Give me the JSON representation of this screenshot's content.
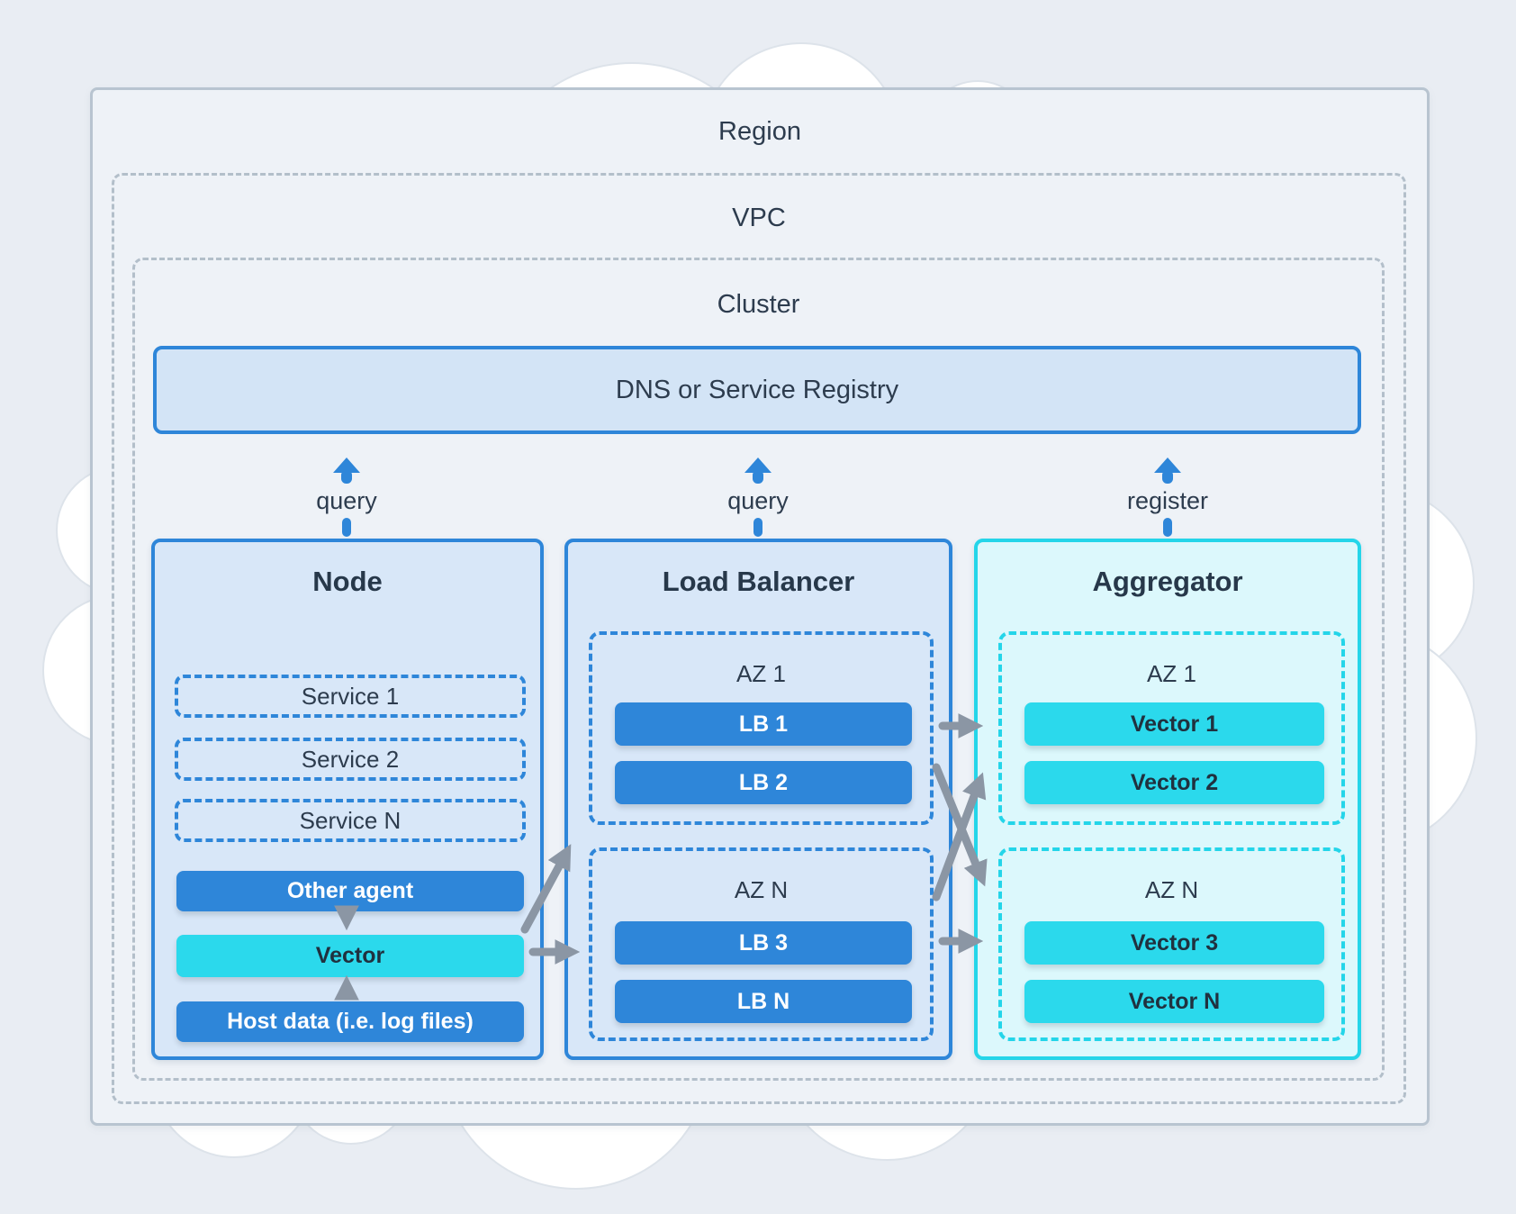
{
  "frames": {
    "region_label": "Region",
    "vpc_label": "VPC",
    "cluster_label": "Cluster"
  },
  "dns_bar": {
    "label": "DNS or Service Registry"
  },
  "links_to_dns": [
    {
      "from": "node",
      "label": "query"
    },
    {
      "from": "load-balancer",
      "label": "query"
    },
    {
      "from": "aggregator",
      "label": "register"
    }
  ],
  "node": {
    "title": "Node",
    "services": [
      {
        "label": "Service 1"
      },
      {
        "label": "Service 2"
      },
      {
        "label": "Service N"
      }
    ],
    "other_agent": {
      "label": "Other agent"
    },
    "vector": {
      "label": "Vector"
    },
    "host_data": {
      "label": "Host data (i.e. log files)"
    }
  },
  "load_balancer": {
    "title": "Load Balancer",
    "zones": [
      {
        "label": "AZ 1",
        "items": [
          {
            "label": "LB 1"
          },
          {
            "label": "LB 2"
          }
        ]
      },
      {
        "label": "AZ N",
        "items": [
          {
            "label": "LB 3"
          },
          {
            "label": "LB N"
          }
        ]
      }
    ]
  },
  "aggregator": {
    "title": "Aggregator",
    "zones": [
      {
        "label": "AZ 1",
        "items": [
          {
            "label": "Vector 1"
          },
          {
            "label": "Vector 2"
          }
        ]
      },
      {
        "label": "AZ N",
        "items": [
          {
            "label": "Vector 3"
          },
          {
            "label": "Vector N"
          }
        ]
      }
    ]
  },
  "colors": {
    "accent_blue": "#2e86d9",
    "accent_cyan": "#24d5e9",
    "pill_cyan_fill": "#2bd9ec",
    "column_blue_fill": "#d8e7f8",
    "column_cyan_fill": "#dcf8fc",
    "dns_fill": "#d3e4f6",
    "frame_gray": "#b8c4d0",
    "arrow_gray": "#8b96a4",
    "text_dark": "#2d3c4e",
    "page_bg": "#e9edf3",
    "region_fill": "#eef2f7",
    "cloud_fill": "#ffffff"
  }
}
